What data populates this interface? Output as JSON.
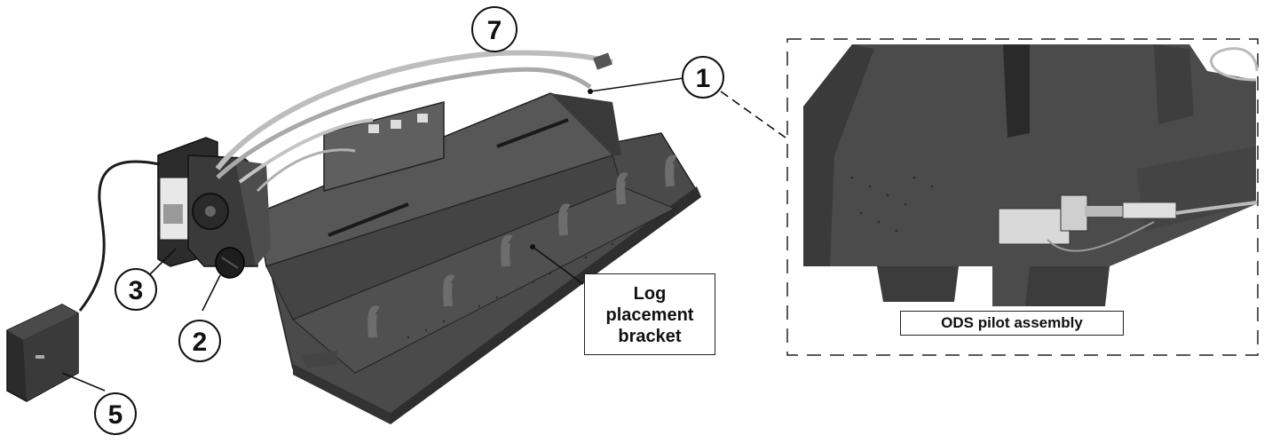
{
  "callouts": {
    "c1": "1",
    "c2": "2",
    "c3": "3",
    "c5": "5",
    "c7": "7"
  },
  "labels": {
    "log_line1": "Log",
    "log_line2": "placement",
    "log_line3": "bracket",
    "ods": "ODS pilot assembly"
  },
  "colors": {
    "metal_dark": "#3d3d3d",
    "metal_mid": "#5a5a5a",
    "metal_light": "#7a7a7a",
    "wire": "#b8b8b8",
    "line": "#111111"
  }
}
